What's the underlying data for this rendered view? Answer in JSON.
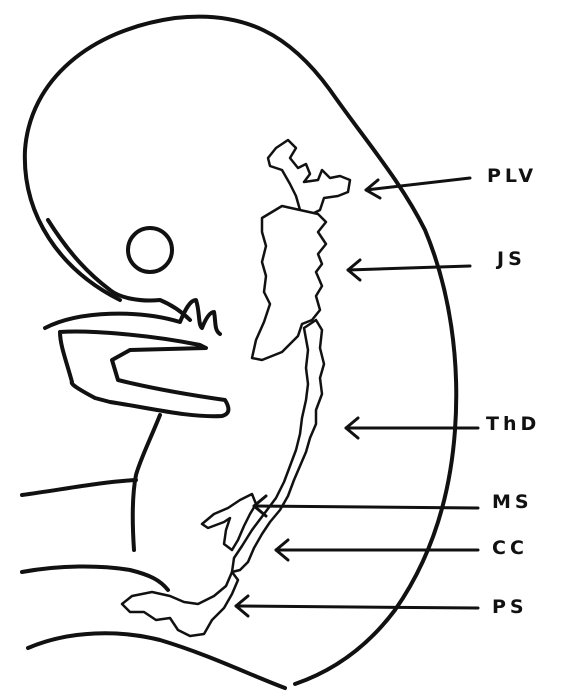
{
  "labels": {
    "plv": "PLV",
    "js": "JS",
    "thd": "ThD",
    "ms": "MS",
    "cc": "CC",
    "ps": "PS"
  },
  "colors": {
    "ink": "#111111",
    "paper": "#ffffff"
  }
}
